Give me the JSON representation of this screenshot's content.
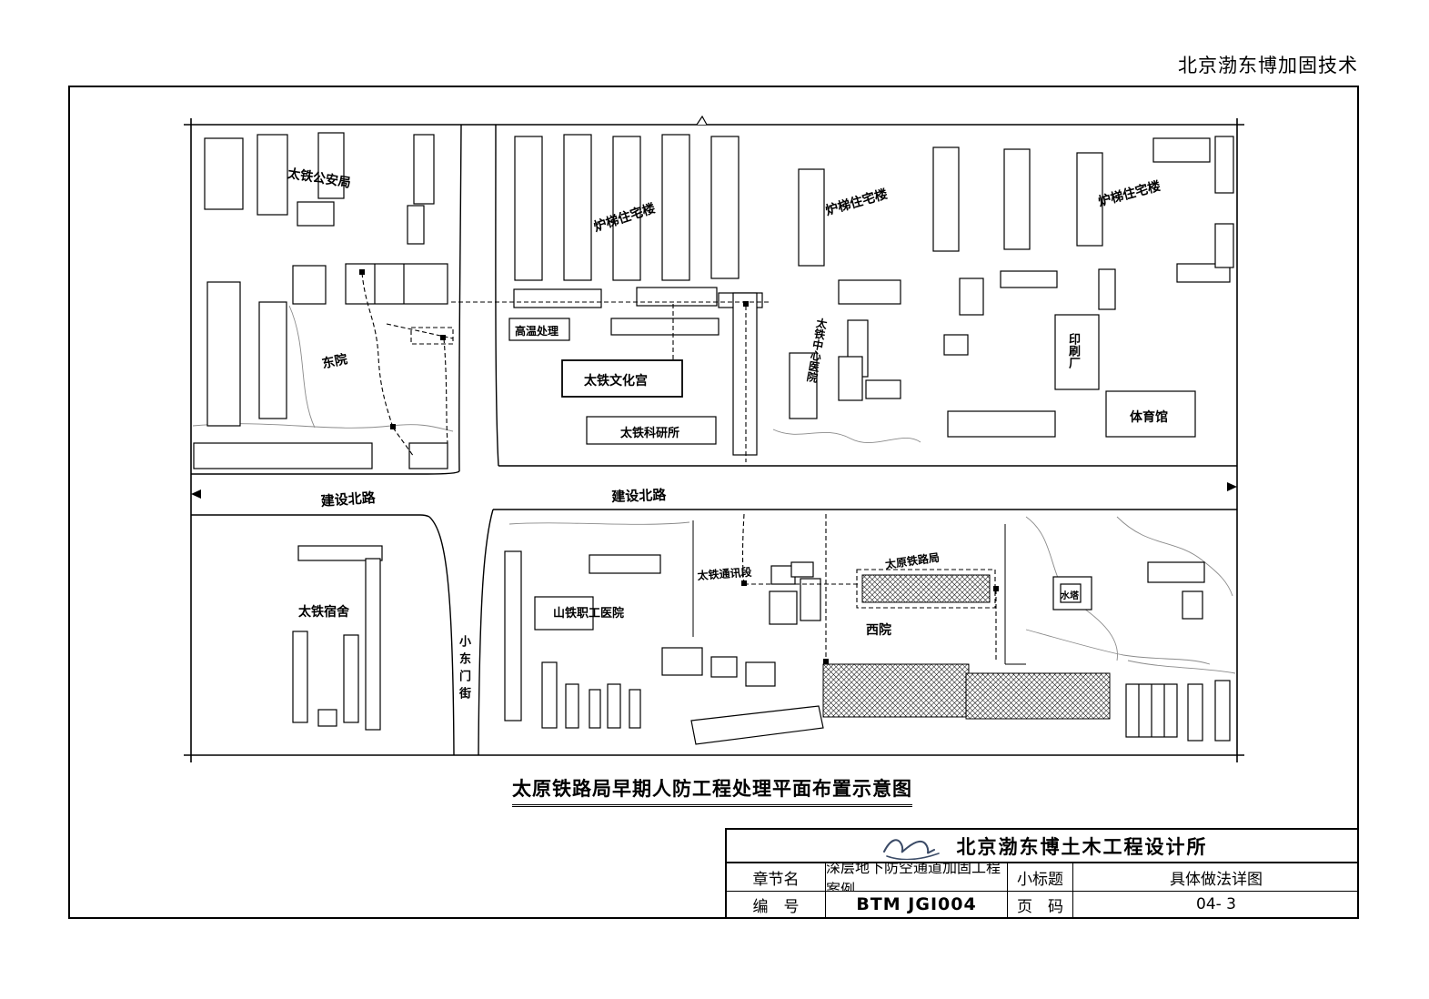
{
  "page": {
    "header_right": "北京渤东博加固技术"
  },
  "map": {
    "labels": {
      "road_jianshe_left": "建设北路",
      "road_jianshe_center": "建设北路",
      "road_xiaodongmen": "小东门街",
      "police_bureau": "太铁公安局",
      "residence_1": "炉梯住宅楼",
      "residence_2": "炉梯住宅楼",
      "residence_3": "炉梯住宅楼",
      "east_yard": "东院",
      "heat_treatment": "高温处理",
      "culture_palace": "太铁文化宫",
      "research_institute": "太铁科研所",
      "central_hospital": "太铁中心医院",
      "printing_factory": "印刷厂",
      "gymnasium": "体育馆",
      "dormitory": "太铁宿舍",
      "staff_hospital": "山铁职工医院",
      "telecom_section": "太铁通讯段",
      "railway_bureau": "太原铁路局",
      "west_yard": "西院",
      "water_tower": "水塔"
    }
  },
  "drawing": {
    "title": "太原铁路局早期人防工程处理平面布置示意图"
  },
  "title_block": {
    "company": "北京渤东博土木工程设计所",
    "chapter_label": "章节名",
    "chapter_value": "深层地下防空通道加固工程案例",
    "subtitle_label": "小标题",
    "subtitle_value": "具体做法详图",
    "number_label": "编　号",
    "number_value": "BTM JGI004",
    "page_label": "页　码",
    "page_value": "04- 3"
  }
}
